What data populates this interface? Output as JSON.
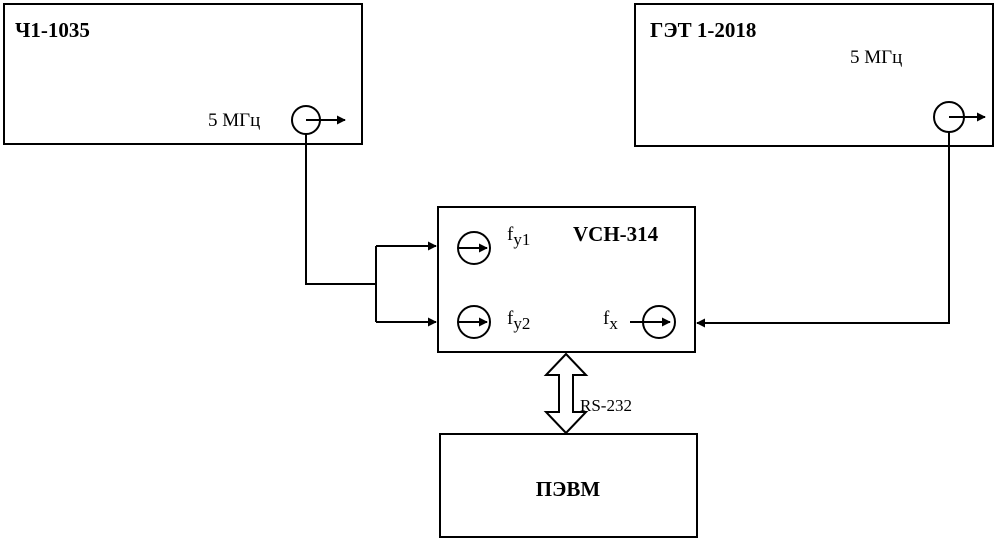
{
  "blocks": {
    "ch1": {
      "title": "Ч1-1035",
      "output_label": "5 МГц"
    },
    "get": {
      "title": "ГЭТ 1-2018",
      "output_label": "5 МГц"
    },
    "vch": {
      "title": "VCH-314",
      "in1": {
        "base": "f",
        "sub": "y1"
      },
      "in2": {
        "base": "f",
        "sub": "y2"
      },
      "inx": {
        "base": "f",
        "sub": "x"
      }
    },
    "pc": {
      "title": "ПЭВМ"
    }
  },
  "link_label": "RS-232",
  "colors": {
    "line": "#000000",
    "background": "#ffffff"
  }
}
